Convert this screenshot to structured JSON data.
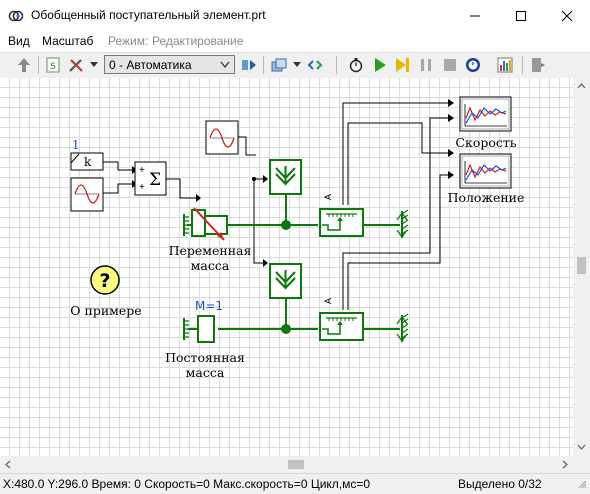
{
  "window": {
    "title": "Обобщенный поступательный элемент.prt"
  },
  "menu": {
    "view": "Вид",
    "scale": "Масштаб",
    "mode_label": "Режим:",
    "mode_value": "Редактирование"
  },
  "toolbar": {
    "solver_combo": "0 - Автоматика"
  },
  "diagram": {
    "const_block_value": "1",
    "const_block_k": "k",
    "sum_symbol": "Σ",
    "sum_plus_top": "+",
    "sum_plus_bottom": "+",
    "variable_mass_label_1": "Переменная",
    "variable_mass_label_2": "масса",
    "constant_mass_label_1": "Постоянная",
    "constant_mass_label_2": "масса",
    "constant_mass_param": "M=1",
    "about_icon_glyph": "?",
    "about_label": "О примере",
    "velocity_label": "Скорость",
    "position_label": "Положение",
    "sensor_letter": "A"
  },
  "status": {
    "text": "X:480.0  Y:296.0 Время: 0 Скорость=0 Макс.скорость=0 Цикл,мс=0",
    "selected": "Выделено 0/32"
  },
  "colors": {
    "wire_green": "#0a7a0a",
    "block_green": "#1d8f1d",
    "accent_blue": "#1a4fd6",
    "about_yellow": "#ffff80"
  }
}
